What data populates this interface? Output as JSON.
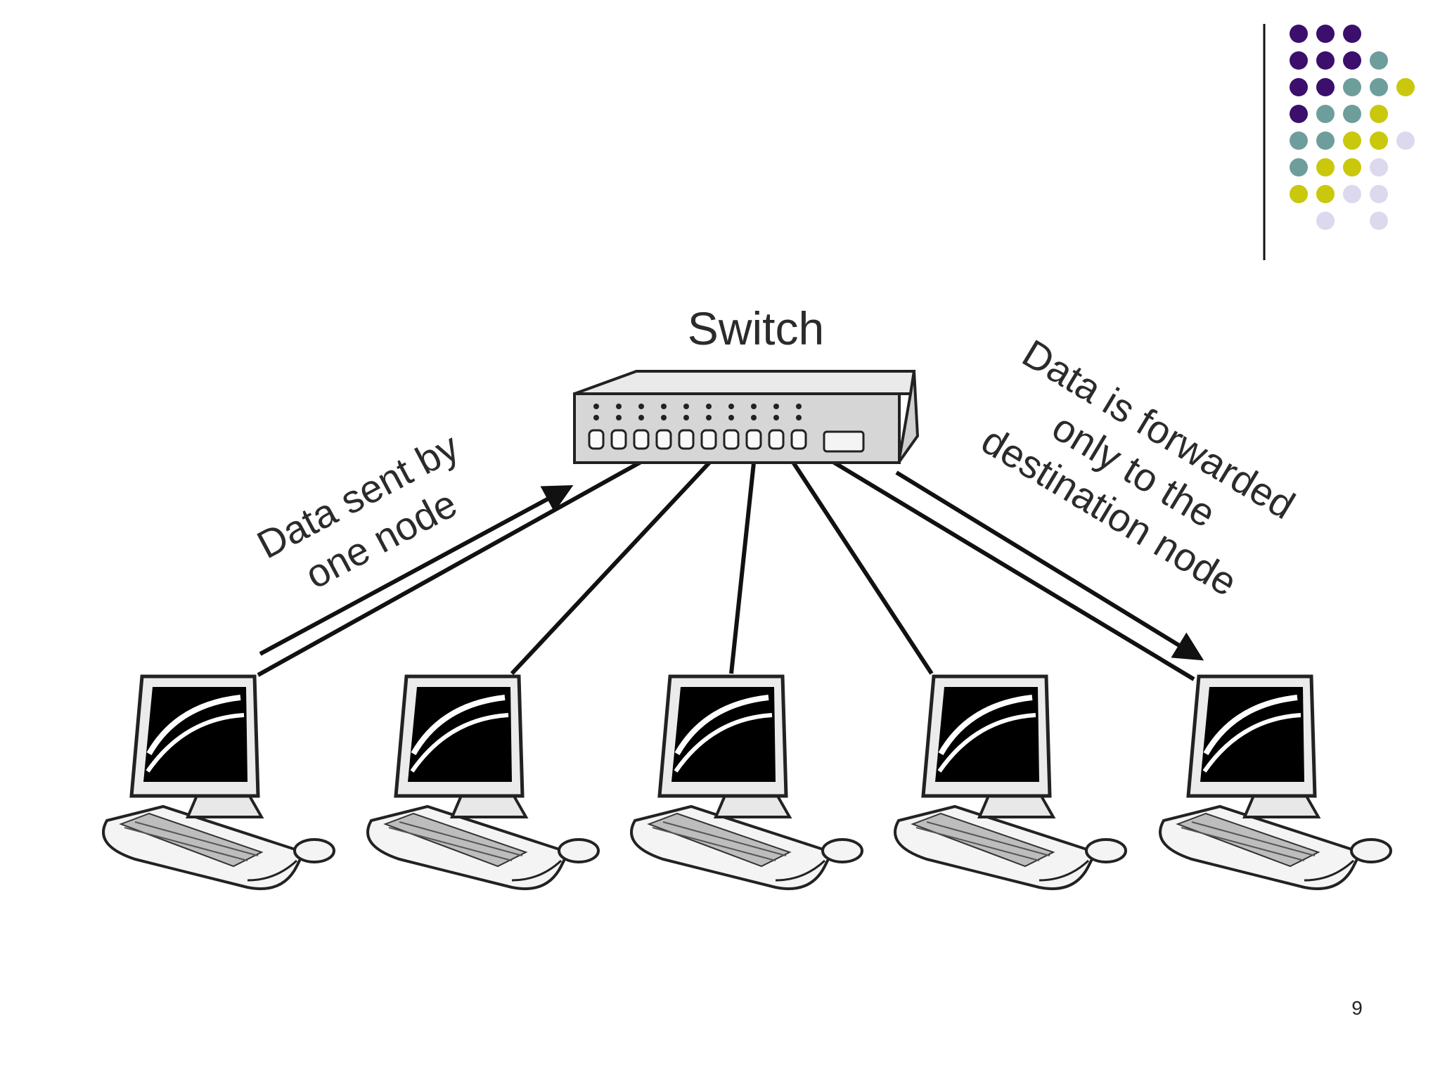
{
  "slide": {
    "page_number": "9"
  },
  "decoration": {
    "colors": {
      "purple": "#3b0f6b",
      "teal": "#6e9e9c",
      "yellow": "#c9c80c",
      "lavender": "#dcd9ee"
    },
    "grid": [
      [
        "purple",
        "purple",
        "purple",
        "",
        "",
        ""
      ],
      [
        "purple",
        "purple",
        "purple",
        "teal",
        "",
        ""
      ],
      [
        "purple",
        "purple",
        "teal",
        "teal",
        "yellow",
        ""
      ],
      [
        "purple",
        "teal",
        "teal",
        "yellow",
        "",
        ""
      ],
      [
        "teal",
        "teal",
        "yellow",
        "yellow",
        "lavender",
        ""
      ],
      [
        "teal",
        "yellow",
        "yellow",
        "lavender",
        "",
        ""
      ],
      [
        "yellow",
        "yellow",
        "lavender",
        "lavender",
        "",
        ""
      ],
      [
        "",
        "lavender",
        "",
        "lavender",
        "",
        ""
      ]
    ]
  },
  "diagram": {
    "switch_label": "Switch",
    "left_label": {
      "line1": "Data sent by",
      "line2": "one node"
    },
    "right_label": {
      "line1": "Data is forwarded",
      "line2": "only to the",
      "line3": "destination node"
    },
    "computer_count": 5
  }
}
